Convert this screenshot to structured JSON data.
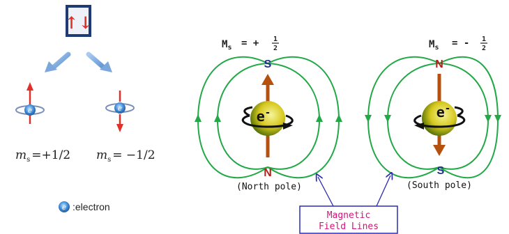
{
  "left_panel": {
    "box_symbol": "↑↓",
    "electron_glyph": "e",
    "spin_up_label": {
      "m": "m",
      "sub": "s",
      "value": "=+1/2"
    },
    "spin_down_label": {
      "m": "m",
      "sub": "s",
      "value": "= −1/2"
    },
    "legend_electron_glyph": "e",
    "legend_text": ":electron"
  },
  "right_panel": {
    "left_ms": {
      "symbol": "M",
      "sub": "s",
      "eq": "= +",
      "num": "1",
      "den": "2"
    },
    "right_ms": {
      "symbol": "M",
      "sub": "s",
      "eq": "= -",
      "num": "1",
      "den": "2"
    },
    "electron_label": "e",
    "electron_sup": "-",
    "left_top_pole": "S",
    "left_bottom_pole": "N",
    "right_top_pole": "N",
    "right_bottom_pole": "S",
    "north_pole_caption": "(North pole)",
    "south_pole_caption": "(South pole)",
    "callout_line1": "Magnetic",
    "callout_line2": "Field Lines"
  },
  "colors": {
    "box_border": "#1f3b73",
    "arrow_red": "#e0302a",
    "field_green": "#22a846",
    "pole_blue": "#1f2f8a",
    "pole_red": "#b0221a",
    "spin_arrow_brown": "#b5500f",
    "callout_magenta": "#d4147a",
    "callout_border": "#2a2ab0"
  }
}
